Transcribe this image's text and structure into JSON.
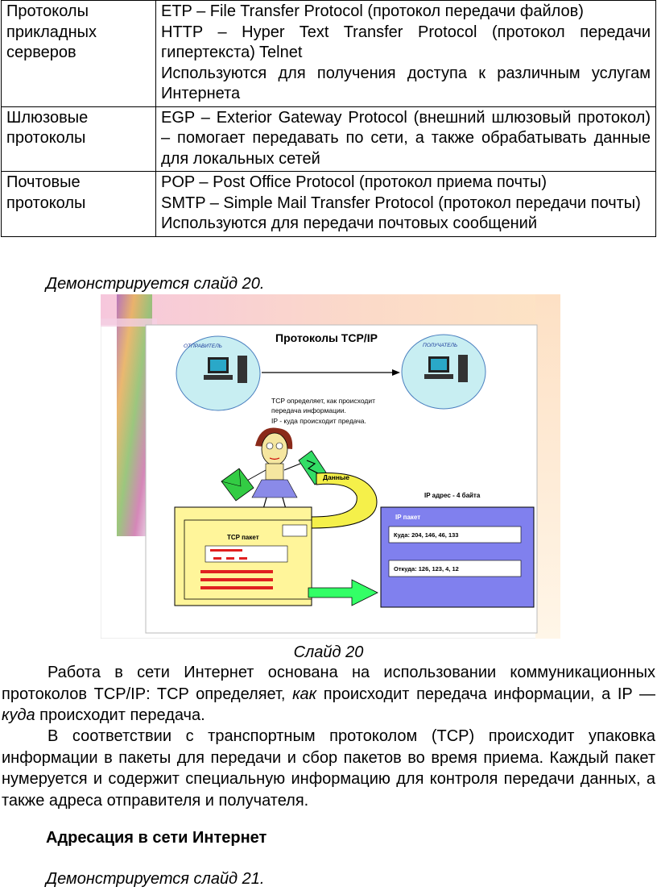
{
  "table": {
    "rows": [
      {
        "category": "Протоколы прикладных серверов",
        "lines": [
          "ETP – File Transfer Protocol (протокол передачи файлов)",
          "HTTP – Hyper Text Transfer Protocol (протокол передачи гипертекста) Telnet",
          "Используются для получения доступа к различным услугам Интернета"
        ]
      },
      {
        "category": "Шлюзовые протоколы",
        "lines": [
          "EGP – Exterior Gateway Protocol (внешний шлюзовый протокол) – помогает передавать по сети, а также обрабатывать данные для локальных сетей"
        ]
      },
      {
        "category": "Почтовые протоколы",
        "lines": [
          "POP – Post Office Protocol (протокол приема почты)",
          "SMTP – Simple Mail Transfer Protocol (протокол передачи почты)",
          "Используются для передачи почтовых сообщений"
        ]
      }
    ]
  },
  "demo_slide_20": "Демонстрируется слайд 20.",
  "slide": {
    "title": "Протоколы TCP/IP",
    "sender": "ОТПРАВИТЕЛЬ",
    "receiver": "ПОЛУЧАТЕЛЬ",
    "note_line1": "TCP определяет, как происходит",
    "note_line2": "передача информации.",
    "note_line3": "IP - куда происходит предача.",
    "data_label": "Данные",
    "ip_size_label": "IP адрес - 4 байта",
    "ip_packet_label": "IP пакет",
    "to_label": "Куда:  204, 146, 46, 133",
    "from_label": "Откуда: 126, 123, 4, 12",
    "tcp_packet_label": "TCP пакет",
    "colors": {
      "sphere": "#c8eef2",
      "ip_box": "#8080ee",
      "tcp_box": "#fff59a",
      "arrow_yellow": "#f5f04a",
      "arrow_green": "#33ff66"
    }
  },
  "slide_caption": "Слайд 20",
  "para1": {
    "a": "Работа в сети Интернет основана на использовании коммуникационных протоколов TCP/IP: TCP определяет, ",
    "b": "как",
    "c": " происходит передача информации, а IP — ",
    "d": "куда",
    "e": " происходит передача."
  },
  "para2": "В соответствии с транспортным протоколом (TCP) происходит упаковка информации в пакеты для передачи и сбор пакетов во время приема. Каждый пакет нумеруется и содержит специальную информацию для контроля передачи данных, а также адреса отправителя и получателя.",
  "heading": "Адресация в сети Интернет",
  "demo_slide_21": "Демонстрируется слайд 21."
}
